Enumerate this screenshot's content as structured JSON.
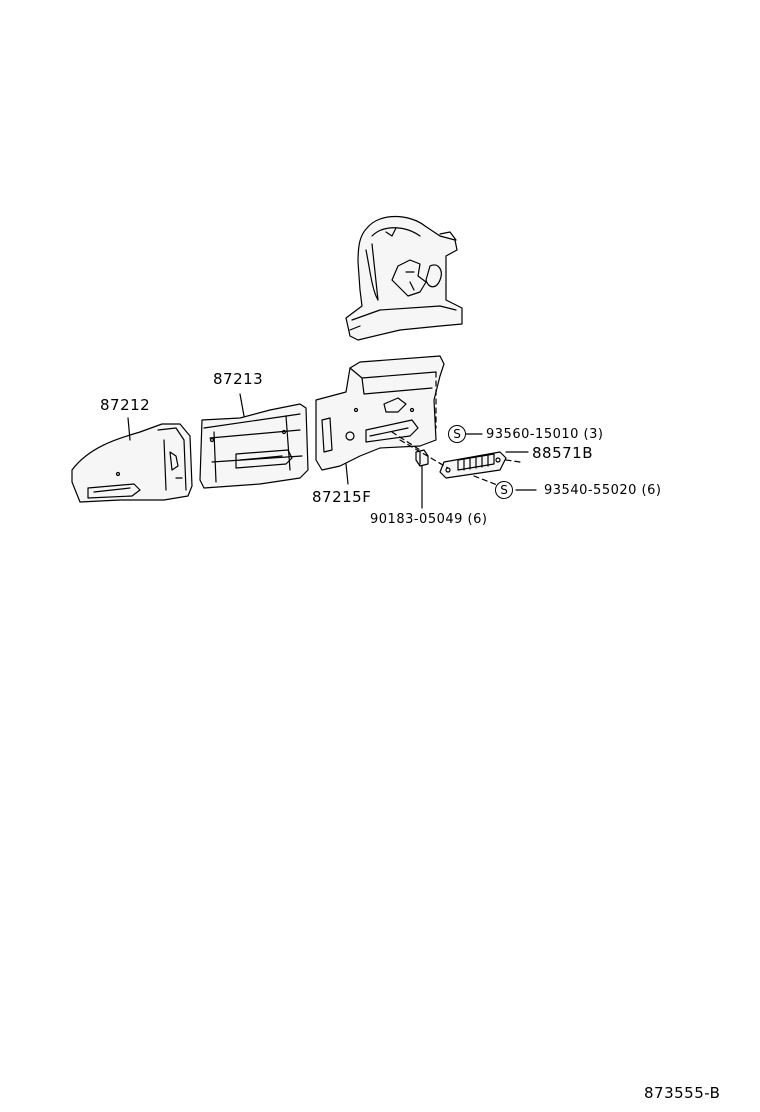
{
  "diagram": {
    "parts": [
      {
        "id": "p87212",
        "number": "87212"
      },
      {
        "id": "p87213",
        "number": "87213"
      },
      {
        "id": "p87215F",
        "number": "87215F"
      },
      {
        "id": "p88571B",
        "number": "88571B"
      },
      {
        "id": "p93560",
        "number": "93560-15010",
        "qty": "(3)",
        "symbol": "S"
      },
      {
        "id": "p93540",
        "number": "93540-55020",
        "qty": "(6)",
        "symbol": "S"
      },
      {
        "id": "p90183",
        "number": "90183-05049",
        "qty": "(6)"
      }
    ],
    "figure_code": "873555-B"
  }
}
